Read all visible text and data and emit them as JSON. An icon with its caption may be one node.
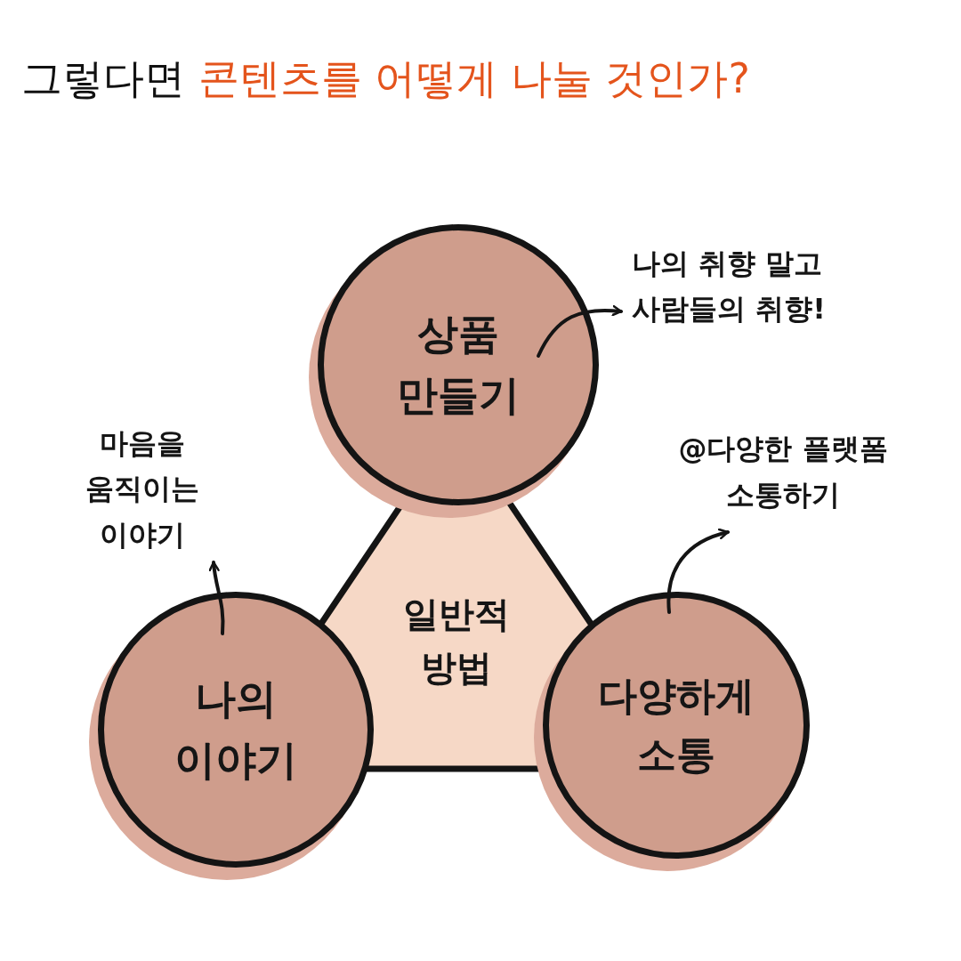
{
  "diagram": {
    "title": "그렇다면 콘텐츠를 어떻게 나눌 것인가?",
    "nodes": [
      {
        "text": [
          "일반적 방법"
        ]
      },
      {
        "text": [
          "상품 만들기"
        ]
      },
      {
        "text": [
          "나의 이야기"
        ]
      },
      {
        "text": [
          "다양하게 소통"
        ]
      },
      {
        "text": [
          "나의 취향 말고 사람들의 취향!"
        ]
      },
      {
        "text": [
          "마음을 움직이는 이야기"
        ]
      },
      {
        "text": [
          "@다양한 플랫폼 소통하기"
        ]
      }
    ],
    "edges": [
      {
        "from": 1,
        "to": 4,
        "arrow": "to"
      },
      {
        "from": 2,
        "to": 5,
        "arrow": "to"
      },
      {
        "from": 3,
        "to": 6,
        "arrow": "to"
      }
    ]
  }
}
